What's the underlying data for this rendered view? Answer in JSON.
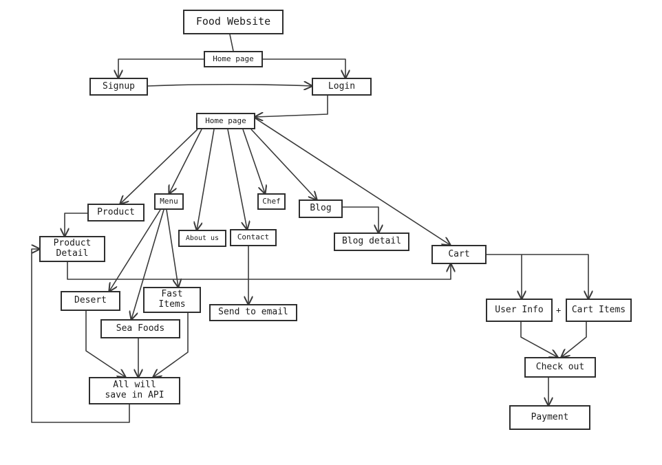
{
  "diagram": {
    "stroke_color": "#3a3a3a",
    "nodes": {
      "food_website": "Food Website",
      "home_page_top": "Home page",
      "signup": "Signup",
      "login": "Login",
      "home_page": "Home page",
      "product": "Product",
      "menu": "Menu",
      "about_us": "About us",
      "contact": "Contact",
      "chef": "Chef",
      "blog": "Blog",
      "blog_detail": "Blog detail",
      "cart": "Cart",
      "product_detail": "Product\nDetail",
      "desert": "Desert",
      "fast_items": "Fast\nItems",
      "sea_foods": "Sea Foods",
      "send_to_email": "Send to email",
      "user_info": "User Info",
      "plus": "+",
      "cart_items": "Cart Items",
      "check_out": "Check out",
      "all_will_save": "All will\nsave in API",
      "payment": "Payment"
    }
  }
}
